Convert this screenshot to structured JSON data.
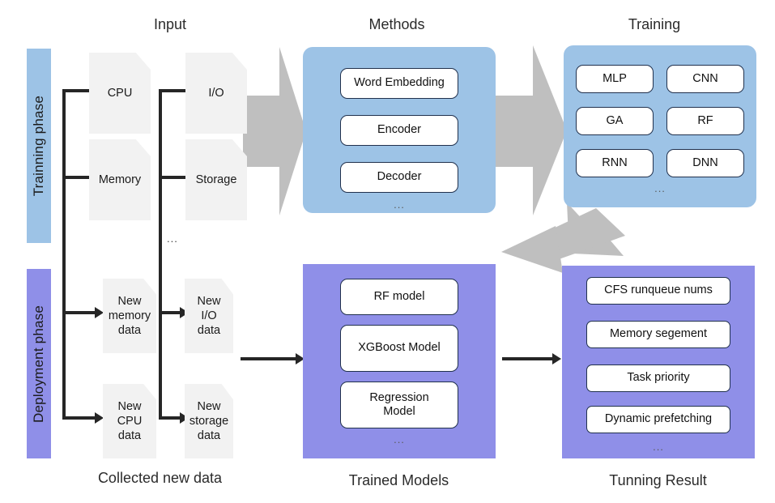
{
  "columns": {
    "input_title": "Input",
    "methods_title": "Methods",
    "training_title": "Training",
    "collected_footer": "Collected new data",
    "trained_models_footer": "Trained Models",
    "tunning_result_footer": "Tunning Result"
  },
  "phases": {
    "training_label": "Trainning phase",
    "deployment_label": "Deployment phase",
    "training_color": "#9dc3e6",
    "deployment_color": "#8f8fe8"
  },
  "input": {
    "docs": [
      {
        "label": "CPU"
      },
      {
        "label": "Memory"
      },
      {
        "label": "I/O"
      },
      {
        "label": "Storage"
      }
    ],
    "ellipsis": "..."
  },
  "methods": {
    "items": [
      "Word Embedding",
      "Encoder",
      "Decoder"
    ],
    "ellipsis": "...",
    "color": "#9dc3e6"
  },
  "training": {
    "items": [
      "MLP",
      "CNN",
      "GA",
      "RF",
      "RNN",
      "DNN"
    ],
    "ellipsis": "...",
    "color": "#9dc3e6"
  },
  "collected": {
    "docs": [
      {
        "label": "New\nmemory\ndata"
      },
      {
        "label": "New\nI/O\ndata"
      },
      {
        "label": "New\nCPU\ndata"
      },
      {
        "label": "New\nstorage\ndata"
      }
    ]
  },
  "trained_models": {
    "items": [
      "RF model",
      "XGBoost Model",
      "Regression\nModel"
    ],
    "ellipsis": "...",
    "color": "#8f8fe8"
  },
  "tunning_result": {
    "items": [
      "CFS runqueue nums",
      "Memory segement",
      "Task priority",
      "Dynamic prefetching"
    ],
    "ellipsis": "...",
    "color": "#8f8fe8"
  },
  "flow": {
    "big_arrow_color": "#bfbfbf",
    "line_color": "#262626"
  }
}
